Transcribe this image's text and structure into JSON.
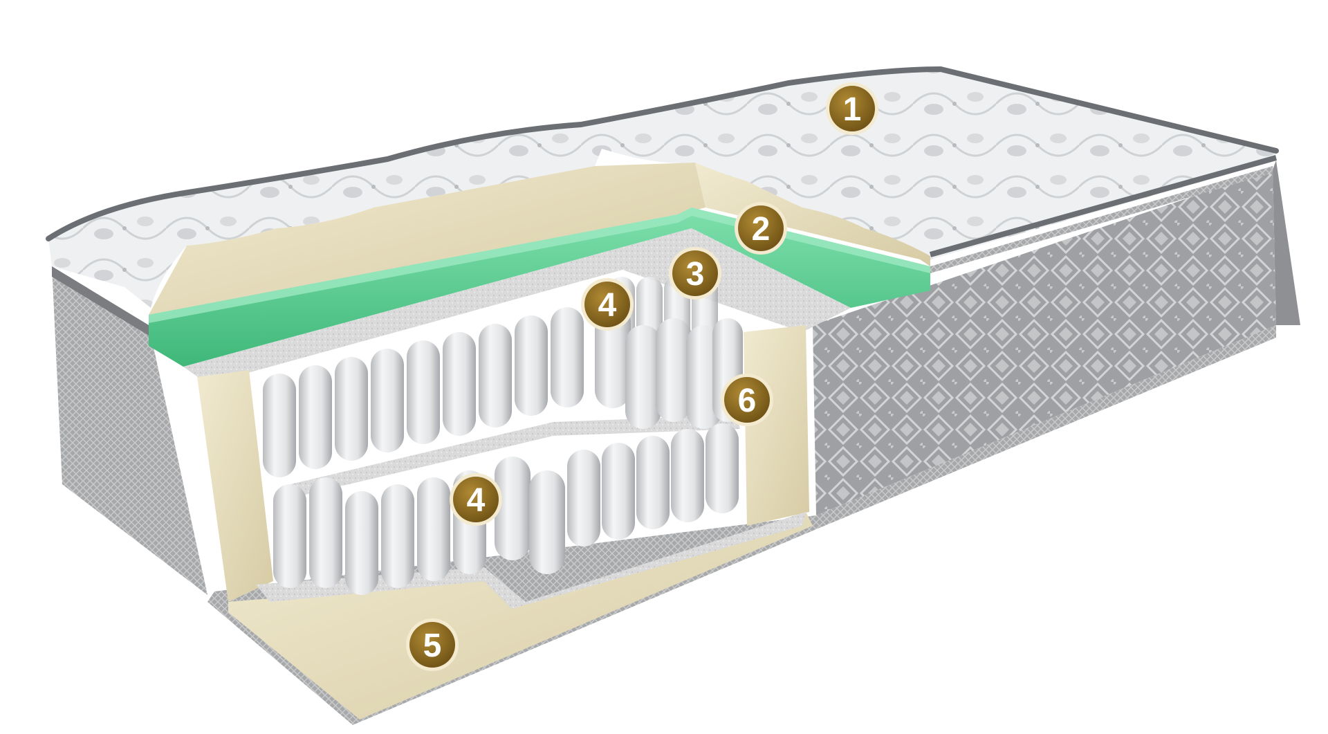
{
  "diagram": {
    "subject": "mattress-cutaway",
    "markers": [
      {
        "id": "m1",
        "label": "1"
      },
      {
        "id": "m2",
        "label": "2"
      },
      {
        "id": "m3",
        "label": "3"
      },
      {
        "id": "m4a",
        "label": "4"
      },
      {
        "id": "m4b",
        "label": "4"
      },
      {
        "id": "m5",
        "label": "5"
      },
      {
        "id": "m6",
        "label": "6"
      }
    ],
    "colors": {
      "marker": "#8a6a1f",
      "marker_ring": "#f4ead0",
      "foam_green": "#5fcf96",
      "latex_cream": "#e8dfbf",
      "quilt": "#eceeef",
      "side_fabric": "#a9aaac",
      "spring": "#e9eaec",
      "felt": "#d8d8d8",
      "piping": "#6b6e73"
    }
  }
}
